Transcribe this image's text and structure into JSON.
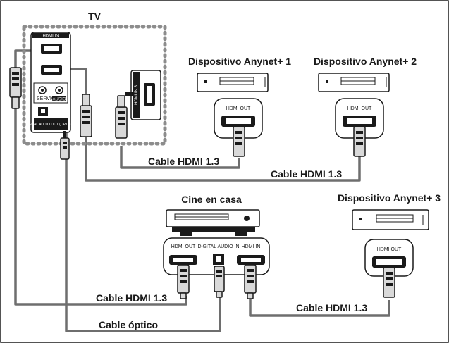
{
  "diagram": {
    "tv": {
      "title": "TV",
      "port_hdmi_in": "HDMI IN",
      "port_audio": "AUDIO",
      "port_service": "SERVICE",
      "port_digital": "DIGITAL AUDIO OUT (OPTICAL)",
      "port_side_hdmi": "HDMI IN 3"
    },
    "devices": [
      {
        "name": "Dispositivo Anynet+ 1",
        "port": "HDMI OUT"
      },
      {
        "name": "Dispositivo Anynet+ 2",
        "port": "HDMI OUT"
      },
      {
        "name": "Dispositivo Anynet+ 3",
        "port": "HDMI OUT"
      }
    ],
    "home_theater": {
      "name": "Cine en casa",
      "port_hdmi_out": "HDMI OUT",
      "port_digital_in": "DIGITAL AUDIO IN",
      "port_hdmi_in": "HDMI IN"
    },
    "cables": {
      "hdmi_1": "Cable HDMI 1.3",
      "hdmi_2": "Cable HDMI 1.3",
      "hdmi_3": "Cable HDMI 1.3",
      "hdmi_4": "Cable HDMI 1.3",
      "optical": "Cable óptico"
    }
  }
}
